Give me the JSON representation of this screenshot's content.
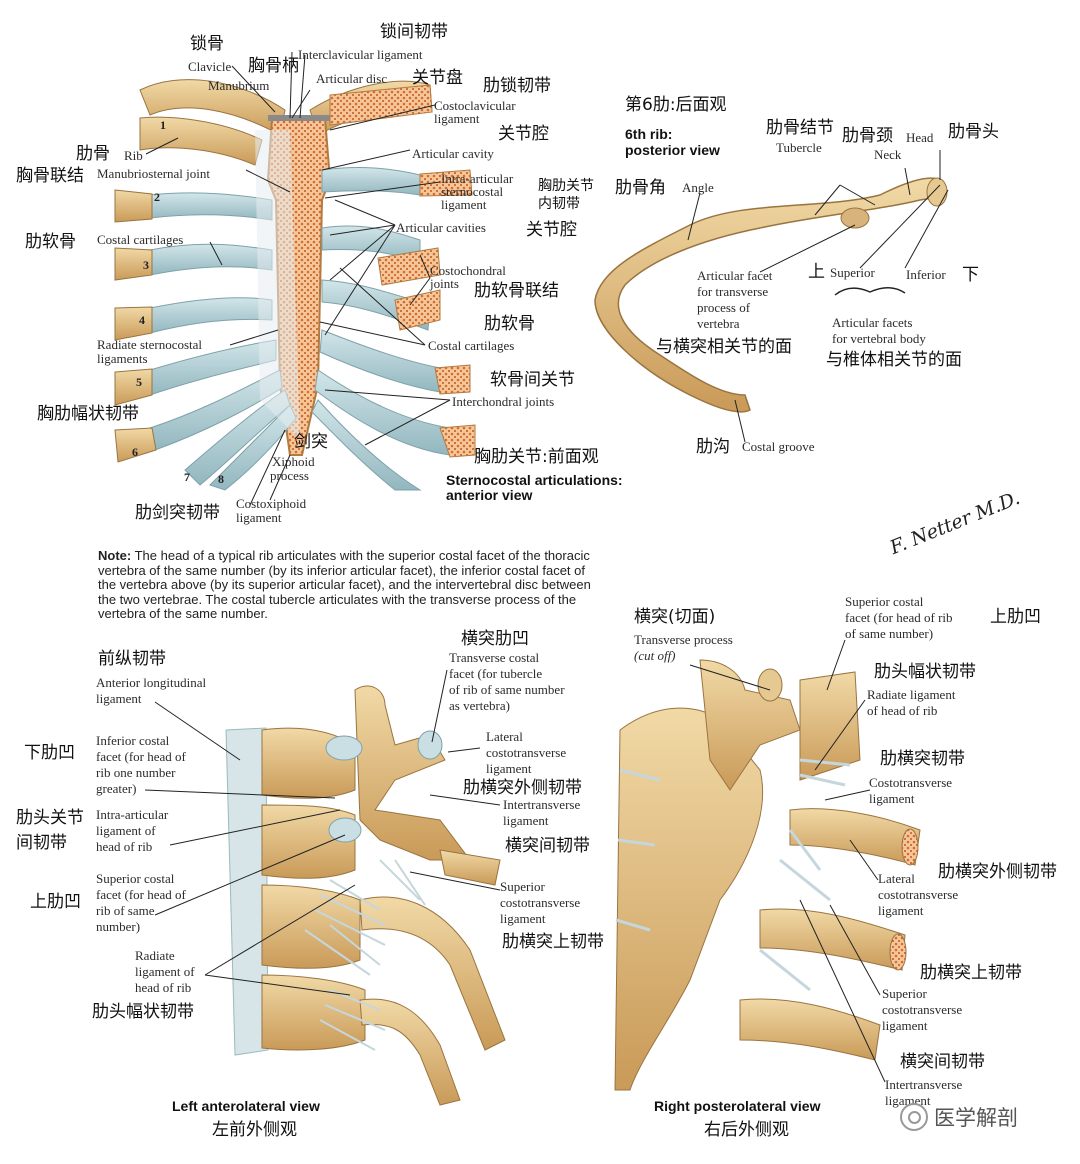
{
  "panels": {
    "sternocostal": {
      "title_en": "Sternocostal articulations:\nanterior view",
      "title_en_1": "Sternocostal articulations:",
      "title_en_2": "anterior view",
      "title_zh": "胸肋关节:前面观",
      "rib_numbers": [
        "1",
        "2",
        "3",
        "4",
        "5",
        "6",
        "7",
        "8"
      ],
      "labels": {
        "clavicle": "Clavicle",
        "clavicle_zh": "锁骨",
        "manubrium": "Manubrium",
        "manubrium_zh": "胸骨柄",
        "interclavicular": "Interclavicular ligament",
        "interclavicular_zh": "锁间韧带",
        "articular_disc": "Articular disc",
        "articular_disc_zh": "关节盘",
        "costoclavicular_1": "Costoclavicular",
        "costoclavicular_2": "ligament",
        "costoclavicular_zh": "肋锁韧带",
        "articular_cavity": "Articular cavity",
        "articular_cavity_zh": "关节腔",
        "rib": "Rib",
        "rib_zh": "肋骨",
        "manubriosternal": "Manubriosternal joint",
        "manubriosternal_zh": "胸骨联结",
        "intra_articular_1": "Intra-articular",
        "intra_articular_2": "sternocostal",
        "intra_articular_3": "ligament",
        "intra_articular_zh_1": "胸肋关节",
        "intra_articular_zh_2": "内韧带",
        "articular_cavities": "Articular cavities",
        "articular_cavities_zh": "关节腔",
        "costal_cartilages_left": "Costal cartilages",
        "costal_cartilages_left_zh": "肋软骨",
        "costochondral_1": "Costochondral",
        "costochondral_2": "joints",
        "costochondral_zh": "肋软骨联结",
        "costal_cartilages_right": "Costal cartilages",
        "costal_cartilages_right_zh": "肋软骨",
        "radiate_sternocostal_1": "Radiate sternocostal",
        "radiate_sternocostal_2": "ligaments",
        "radiate_sternocostal_zh": "胸肋幅状韧带",
        "interchondral": "Interchondral joints",
        "interchondral_zh": "软骨间关节",
        "xiphoid_1": "Xiphoid",
        "xiphoid_2": "process",
        "xiphoid_zh": "剑突",
        "costoxiphoid_1": "Costoxiphoid",
        "costoxiphoid_2": "ligament",
        "costoxiphoid_zh": "肋剑突韧带"
      }
    },
    "sixth_rib": {
      "title_zh": "第6肋:后面观",
      "title_en_1": "6th rib:",
      "title_en_2": "posterior view",
      "labels": {
        "tubercle": "Tubercle",
        "tubercle_zh": "肋骨结节",
        "neck": "Neck",
        "neck_zh": "肋骨颈",
        "head": "Head",
        "head_zh": "肋骨头",
        "angle": "Angle",
        "angle_zh": "肋骨角",
        "facet_tp_1": "Articular facet",
        "facet_tp_2": "for transverse",
        "facet_tp_3": "process of",
        "facet_tp_4": "vertebra",
        "facet_tp_zh": "与横突相关节的面",
        "superior": "Superior",
        "superior_zh": "上",
        "inferior": "Inferior",
        "inferior_zh": "下",
        "facets_body_1": "Articular facets",
        "facets_body_2": "for vertebral body",
        "facets_body_zh": "与椎体相关节的面",
        "costal_groove": "Costal groove",
        "costal_groove_zh": "肋沟"
      }
    },
    "note": {
      "heading": "Note:",
      "text": "The head of a typical rib articulates with the superior costal facet of the thoracic vertebra of the same number (by its inferior articular facet), the inferior costal facet of the vertebra above (by its superior articular facet), and the intervertebral disc between the two vertebrae. The costal tubercle articulates with the transverse process of the vertebra of the same number."
    },
    "left_view": {
      "title_en": "Left anterolateral view",
      "title_zh": "左前外侧观",
      "labels": {
        "all_zh": "前纵韧带",
        "all_1": "Anterior longitudinal",
        "all_2": "ligament",
        "tcf_zh": "横突肋凹",
        "tcf_1": "Transverse costal",
        "tcf_2": "facet (for tubercle",
        "tcf_3": "of rib of same number",
        "tcf_4": "as vertebra)",
        "icf_zh": "下肋凹",
        "icf_1": "Inferior costal",
        "icf_2": "facet (for head of",
        "icf_3": "rib one number",
        "icf_4": "greater)",
        "lct_1": "Lateral",
        "lct_2": "costotransverse",
        "lct_3": "ligament",
        "lct_zh": "肋横突外侧韧带",
        "iah_zh_1": "肋头关节",
        "iah_zh_2": "间韧带",
        "iah_1": "Intra-articular",
        "iah_2": "ligament of",
        "iah_3": "head of rib",
        "itt_1": "Intertransverse",
        "itt_2": "ligament",
        "itt_zh": "横突间韧带",
        "scf_zh": "上肋凹",
        "scf_1": "Superior costal",
        "scf_2": "facet (for head of",
        "scf_3": "rib of same",
        "scf_4": "number)",
        "sct_1": "Superior",
        "sct_2": "costotransverse",
        "sct_3": "ligament",
        "sct_zh": "肋横突上韧带",
        "rad_1": "Radiate",
        "rad_2": "ligament of",
        "rad_3": "head of rib",
        "rad_zh": "肋头幅状韧带"
      }
    },
    "right_view": {
      "title_en": "Right posterolateral view",
      "title_zh": "右后外侧观",
      "labels": {
        "tp_zh": "横突(切面)",
        "tp_1": "Transverse process",
        "tp_2": "(cut off)",
        "scf_1": "Superior costal",
        "scf_2": "facet (for head of rib",
        "scf_3": "of same number)",
        "scf_zh": "上肋凹",
        "rad_zh": "肋头幅状韧带",
        "rad_1": "Radiate ligament",
        "rad_2": "of head of rib",
        "ct_zh": "肋横突韧带",
        "ct_1": "Costotransverse",
        "ct_2": "ligament",
        "lct_zh": "肋横突外侧韧带",
        "lct_1": "Lateral",
        "lct_2": "costotransverse",
        "lct_3": "ligament",
        "sct_zh": "肋横突上韧带",
        "sct_1": "Superior",
        "sct_2": "costotransverse",
        "sct_3": "ligament",
        "itt_zh": "横突间韧带",
        "itt_1": "Intertransverse",
        "itt_2": "ligament"
      }
    }
  },
  "signature": "F. Netter M.D.",
  "watermark": "医学解剖",
  "colors": {
    "bone": "#e8c98e",
    "bone_dark": "#b98a4a",
    "cartilage": "#b9d6dc",
    "cartilage_dark": "#8fb3bb",
    "marrow": "#e07a3c",
    "ligament": "#d7e3e8",
    "leader": "#222222"
  }
}
